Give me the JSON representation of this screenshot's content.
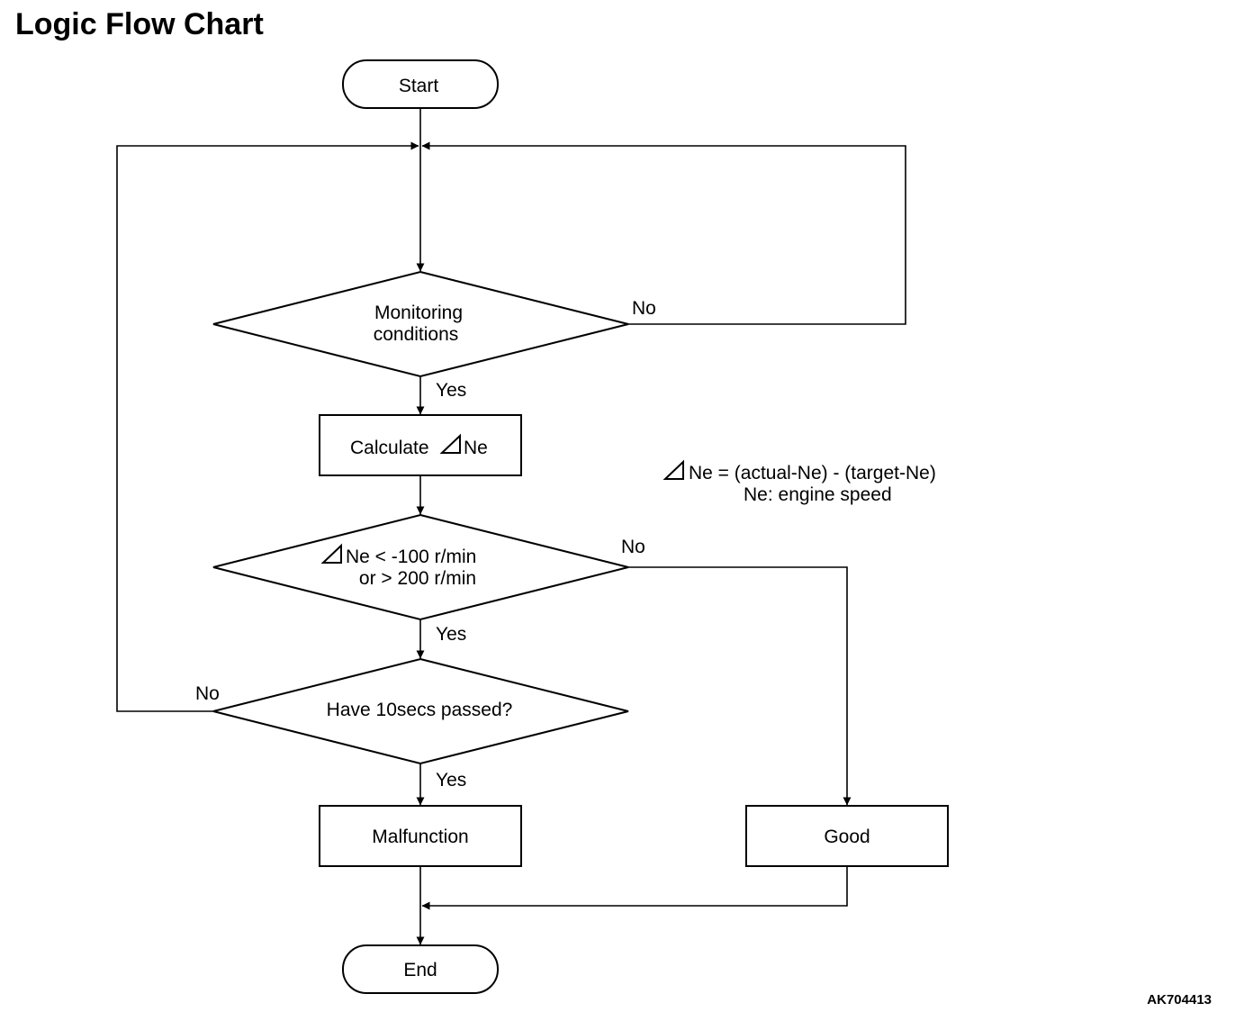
{
  "title": "Logic Flow Chart",
  "nodes": {
    "start": "Start",
    "monitoring": [
      "Monitoring",
      "conditions"
    ],
    "calculate": "Calculate",
    "calculate_suffix": "Ne",
    "delta_check": [
      "Ne < -100 r/min",
      "or > 200 r/min"
    ],
    "time_check": "Have 10secs passed?",
    "malfunction": "Malfunction",
    "good": "Good",
    "end": "End"
  },
  "labels": {
    "yes": "Yes",
    "no": "No"
  },
  "note": {
    "formula": "Ne = (actual-Ne) - (target-Ne)",
    "definition": "Ne:  engine speed"
  },
  "figure_id": "AK704413",
  "icons": {
    "delta": "delta-triangle-icon"
  },
  "colors": {
    "ink": "#000000",
    "background": "#ffffff"
  }
}
